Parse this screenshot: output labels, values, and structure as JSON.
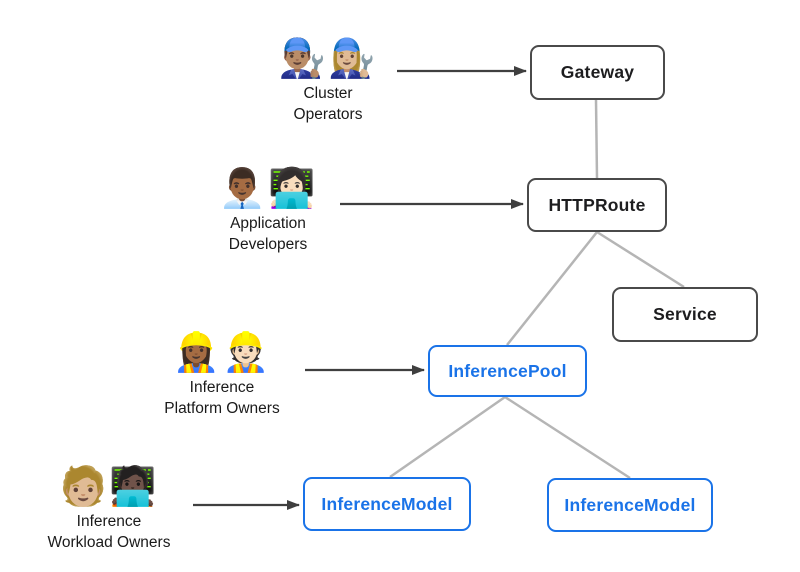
{
  "colors": {
    "standard_border": "#4a4a4a",
    "standard_text": "#1d1d1f",
    "inference_border": "#1a73e8",
    "inference_text": "#1a73e8",
    "connector": "#b5b5b5",
    "arrow": "#3f3f3f",
    "label_text": "#1a1a1a",
    "background": "#ffffff"
  },
  "diagram": {
    "personas": [
      {
        "id": "cluster-operators",
        "emojis": "👨🏽‍🔧👩🏼‍🔧",
        "label_line1": "Cluster",
        "label_line2": "Operators",
        "points_to": "Gateway"
      },
      {
        "id": "application-developers",
        "emojis": "👨🏾‍💼👩🏻‍💻",
        "label_line1": "Application",
        "label_line2": "Developers",
        "points_to": "HTTPRoute"
      },
      {
        "id": "inference-platform-owners",
        "emojis": "👷🏾‍♀️👷🏻",
        "label_line1": "Inference",
        "label_line2": "Platform Owners",
        "points_to": "InferencePool"
      },
      {
        "id": "inference-workload-owners",
        "emojis": "🧑🏼🧑🏿‍💻",
        "label_line1": "Inference",
        "label_line2": "Workload Owners",
        "points_to": "InferenceModel"
      }
    ],
    "nodes": [
      {
        "id": "gateway",
        "label": "Gateway",
        "style": "standard"
      },
      {
        "id": "httproute",
        "label": "HTTPRoute",
        "style": "standard"
      },
      {
        "id": "service",
        "label": "Service",
        "style": "standard"
      },
      {
        "id": "inferencepool",
        "label": "InferencePool",
        "style": "inference"
      },
      {
        "id": "inferencemodel-1",
        "label": "InferenceModel",
        "style": "inference"
      },
      {
        "id": "inferencemodel-2",
        "label": "InferenceModel",
        "style": "inference"
      }
    ],
    "edges": [
      {
        "from": "Gateway",
        "to": "HTTPRoute"
      },
      {
        "from": "HTTPRoute",
        "to": "InferencePool"
      },
      {
        "from": "HTTPRoute",
        "to": "Service"
      },
      {
        "from": "InferencePool",
        "to": "InferenceModel"
      },
      {
        "from": "InferencePool",
        "to": "InferenceModel"
      }
    ]
  }
}
